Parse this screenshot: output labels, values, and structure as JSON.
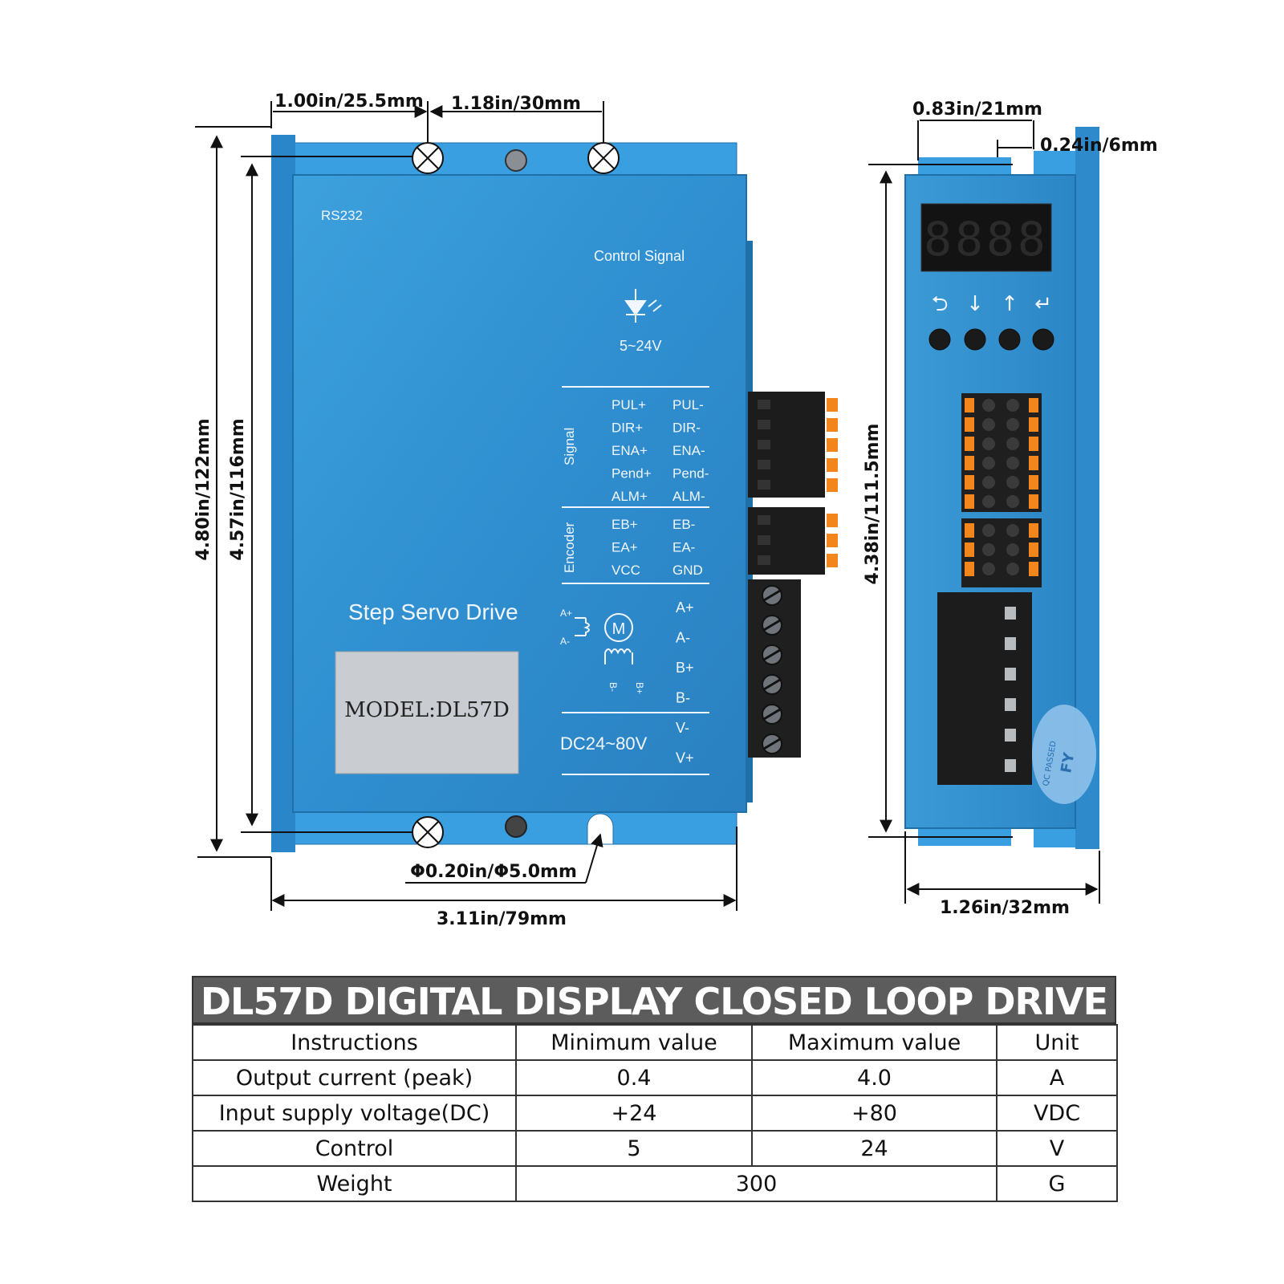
{
  "dimensions": {
    "front_hole_spacing_left": "1.00in/25.5mm",
    "front_hole_spacing_mid": "1.18in/30mm",
    "front_total_height": "4.80in/122mm",
    "front_hole_height": "4.57in/116mm",
    "hole_diameter": "Φ0.20in/Φ5.0mm",
    "front_width": "3.11in/79mm",
    "side_depth_top": "0.83in/21mm",
    "side_offset_top": "0.24in/6mm",
    "side_height": "4.38in/111.5mm",
    "side_width": "1.26in/32mm"
  },
  "device": {
    "rs232": "RS232",
    "control_signal": "Control Signal",
    "signal_voltage": "5~24V",
    "signal_group": "Signal",
    "encoder_group": "Encoder",
    "signal_pins": [
      "PUL+",
      "DIR+",
      "ENA+",
      "Pend+",
      "ALM+"
    ],
    "signal_pins_right": [
      "PUL-",
      "DIR-",
      "ENA-",
      "Pend-",
      "ALM-"
    ],
    "encoder_pins": [
      "EB+",
      "EA+",
      "VCC"
    ],
    "encoder_pins_right": [
      "EB-",
      "EA-",
      "GND"
    ],
    "power_pins": [
      "A+",
      "A-",
      "B+",
      "B-",
      "V-",
      "V+"
    ],
    "motor_labels": {
      "a_plus": "A+",
      "a_minus": "A-",
      "b_minus": "B-",
      "b_plus": "B+",
      "motor": "M"
    },
    "product_name": "Step Servo Drive",
    "model": "MODEL:DL57D",
    "supply": "DC24~80V",
    "display_digits": "8888",
    "button_icons": [
      "back-arrow-icon",
      "down-arrow-icon",
      "up-arrow-icon",
      "enter-arrow-icon"
    ],
    "button_glyphs": [
      "⮌",
      "↓",
      "↑",
      "↵"
    ],
    "qc_sticker": "QC PASSED",
    "qc_mark": "FY",
    "body_color": "#2f8fd0",
    "connector_color": "#f2851c"
  },
  "specs": {
    "title": "DL57D DIGITAL DISPLAY CLOSED LOOP DRIVE",
    "headers": [
      "Instructions",
      "Minimum value",
      "Maximum value",
      "Unit"
    ],
    "rows": [
      [
        "Output current (peak)",
        "0.4",
        "4.0",
        "A"
      ],
      [
        "Input supply voltage(DC)",
        "+24",
        "+80",
        "VDC"
      ],
      [
        "Control",
        "5",
        "24",
        "V"
      ]
    ],
    "weight_row": [
      "Weight",
      "300",
      "G"
    ]
  }
}
